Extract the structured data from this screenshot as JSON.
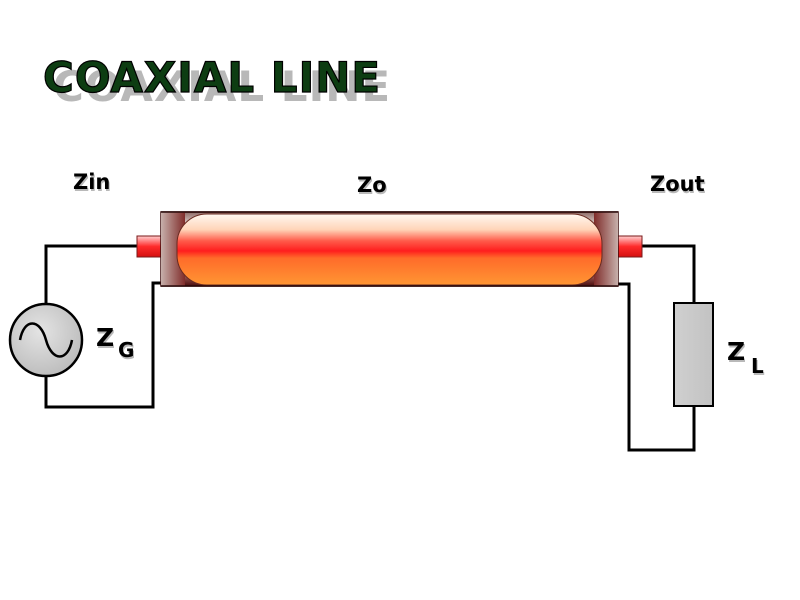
{
  "title": "COAXIAL LINE",
  "labels": {
    "zin": "Zin",
    "zo": "Zo",
    "zout": "Zout",
    "zg_main": "Z",
    "zg_sub": "G",
    "zl_main": "Z",
    "zl_sub": "L"
  },
  "colors": {
    "title_fill": "#0d3d12",
    "title_shadow": "#b8b8b8",
    "wire": "#000000",
    "outer_conductor_dark": "#5a1212",
    "outer_conductor_light": "#f3e2dc",
    "inner_conductor_top": "#fff0e6",
    "inner_conductor_middle": "#ff1a1a",
    "inner_conductor_bottom": "#ff9a33",
    "load_fill": "#c9c9c9",
    "source_fill": "#c9c9c9"
  }
}
